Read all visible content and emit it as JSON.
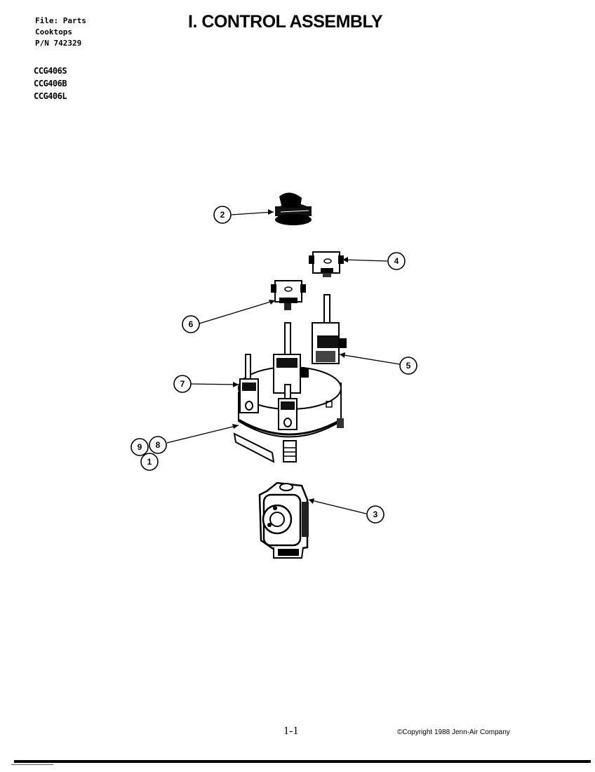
{
  "header": {
    "file_line": "File: Parts",
    "category_line": "Cooktops",
    "pn_line": "P/N 742329"
  },
  "models": [
    "CCG406S",
    "CCG406B",
    "CCG406L"
  ],
  "title": "I. CONTROL ASSEMBLY",
  "callouts": {
    "c1": "1",
    "c2": "2",
    "c3": "3",
    "c4": "4",
    "c5": "5",
    "c6": "6",
    "c7": "7",
    "c8": "8",
    "c9": "9"
  },
  "footer": {
    "page_number": "1-1",
    "copyright": "©Copyright 1988 Jenn-Air Company"
  }
}
